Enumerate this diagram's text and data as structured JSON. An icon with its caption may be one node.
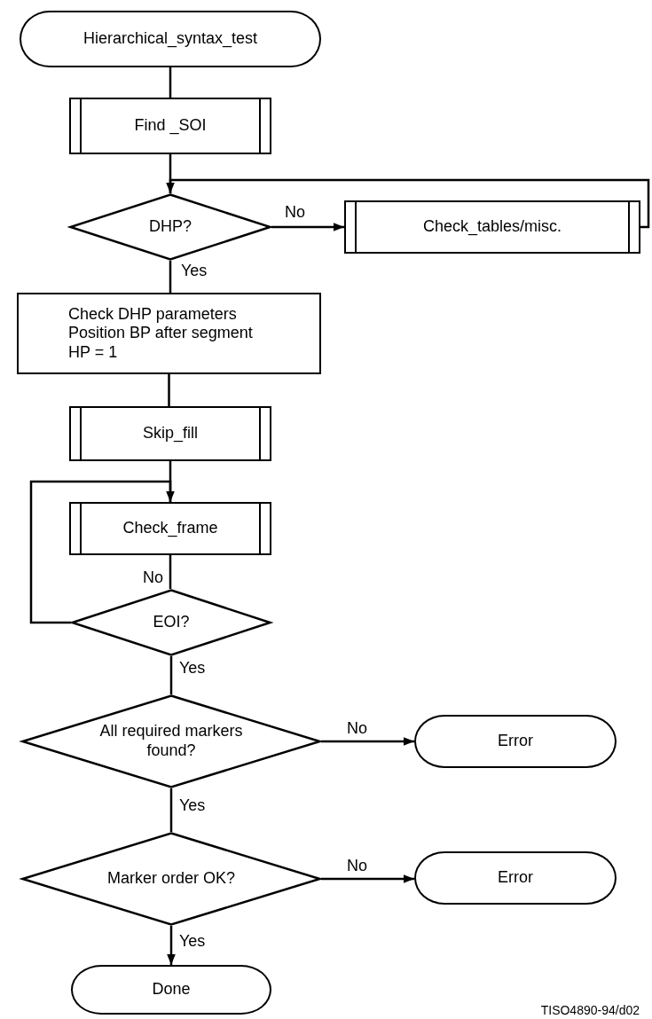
{
  "diagram": {
    "nodes": [
      {
        "text": [
          "Hierarchical_syntax_test"
        ]
      },
      {
        "text": [
          "Find _SOI"
        ]
      },
      {
        "text": [
          "DHP?"
        ]
      },
      {
        "text": [
          "Check_tables/misc."
        ]
      },
      {
        "text": [
          "Check DHP parameters",
          "Position BP after segment",
          "HP = 1"
        ]
      },
      {
        "text": [
          "Skip_fill"
        ]
      },
      {
        "text": [
          "Check_frame"
        ]
      },
      {
        "text": [
          "EOI?"
        ]
      },
      {
        "text": [
          "All required markers found?"
        ]
      },
      {
        "text": [
          "Error"
        ]
      },
      {
        "text": [
          "Marker order OK?"
        ]
      },
      {
        "text": [
          "Error"
        ]
      },
      {
        "text": [
          "Done"
        ]
      }
    ],
    "edges": [
      {
        "from": 0,
        "to": 1,
        "arrow": "none"
      },
      {
        "from": 1,
        "to": 2,
        "arrow": "none"
      },
      {
        "from": 3,
        "to": 2,
        "arrow": "to"
      },
      {
        "from": 2,
        "to": 3,
        "arrow": "to",
        "label": "No"
      },
      {
        "from": 2,
        "to": 4,
        "arrow": "none",
        "label": "Yes"
      },
      {
        "from": 4,
        "to": 5,
        "arrow": "none"
      },
      {
        "from": 5,
        "to": 6,
        "arrow": "none"
      },
      {
        "from": 6,
        "to": 7,
        "arrow": "none",
        "label": "No"
      },
      {
        "from": 7,
        "to": 6,
        "arrow": "to"
      },
      {
        "from": 7,
        "to": 8,
        "arrow": "none",
        "label": "Yes"
      },
      {
        "from": 8,
        "to": 9,
        "arrow": "to",
        "label": "No"
      },
      {
        "from": 8,
        "to": 10,
        "arrow": "none",
        "label": "Yes"
      },
      {
        "from": 10,
        "to": 11,
        "arrow": "to",
        "label": "No"
      },
      {
        "from": 10,
        "to": 12,
        "arrow": "to",
        "label": "Yes"
      }
    ],
    "labels": [
      "TISO4890-94/d02"
    ]
  }
}
